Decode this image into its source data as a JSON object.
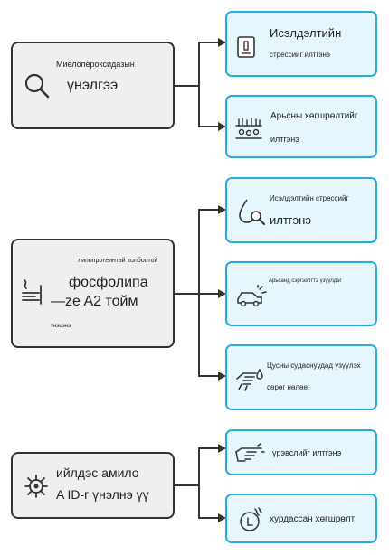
{
  "sources": [
    {
      "small": "Миелопероксидазын",
      "big": "үнэлгээ",
      "icon": "magnifier-icon"
    },
    {
      "small_top": "липопротеинтэй холбоотой",
      "big_1": "фосфолипа",
      "big_2": "—ze A2 тойм",
      "small_bottom": "үнэцэнэ",
      "icon": "steam-icon"
    },
    {
      "big_1": "ийлдэс амило",
      "big_2": "A ID-г үнэлнэ үү",
      "icon": "virus-icon"
    }
  ],
  "targets": [
    {
      "line1": "Исэлдэлтийн",
      "line2": "стрессийг илтгэнэ",
      "icon": "battery-icon"
    },
    {
      "line1": "Арьсны хөгшрөлтийг",
      "line2": "илтгэнэ",
      "icon": "skin-layers-icon"
    },
    {
      "line1": "Исэлдэлтийн стрессийг",
      "line2": "илтгэнэ",
      "icon": "drop-search-icon"
    },
    {
      "line1": "Арьсанд сэргээлттэ үзүүлдэг",
      "line2": "",
      "icon": "car-crash-icon"
    },
    {
      "line1": "Цусны судаснуудад үзүүлэх",
      "line2": "сөрөг нөлөө",
      "icon": "hand-drop-icon"
    },
    {
      "line1": "үрэвслийг илтгэнэ",
      "line2": "",
      "icon": "hand-pointing-icon"
    },
    {
      "line1": "хурдассан хөгшрөлт",
      "line2": "",
      "icon": "fire-badge-icon"
    }
  ],
  "colors": {
    "accent": "#29a9e0",
    "target_fill": "#e6f6fd",
    "source_fill": "#efefef"
  }
}
